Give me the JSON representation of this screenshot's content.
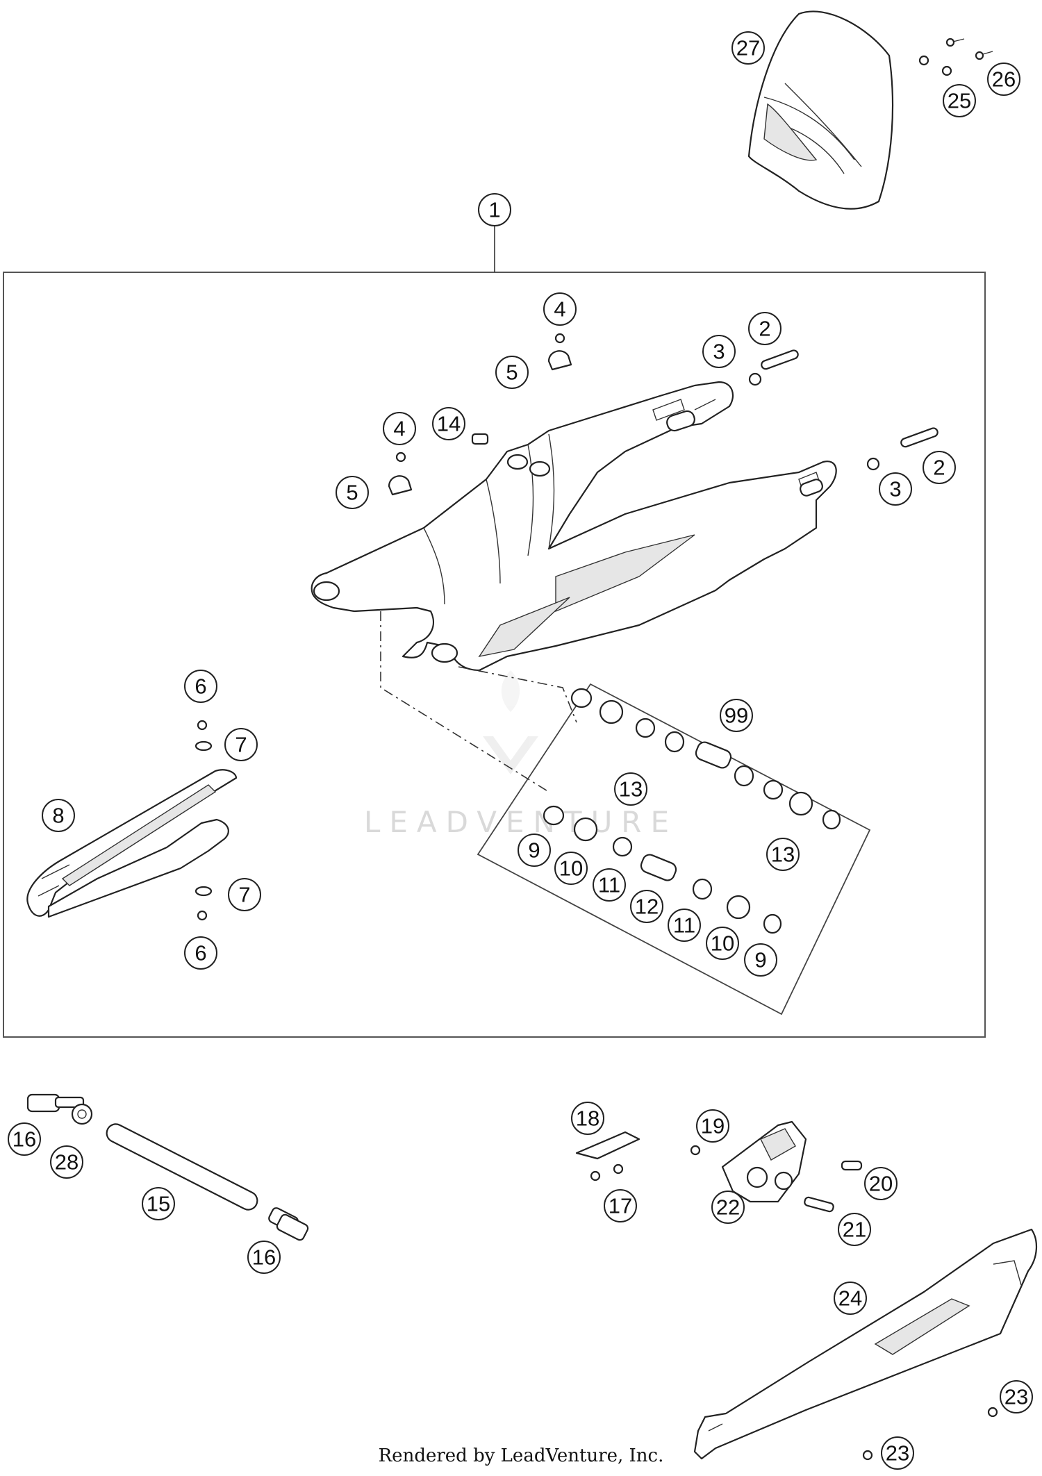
{
  "diagram": {
    "watermark_text": "LEADVENTURE",
    "footer_text": "Rendered by LeadVenture, Inc.",
    "callouts": [
      "1",
      "2",
      "2",
      "3",
      "3",
      "4",
      "4",
      "5",
      "5",
      "6",
      "6",
      "7",
      "7",
      "8",
      "9",
      "9",
      "10",
      "10",
      "11",
      "11",
      "12",
      "13",
      "13",
      "14",
      "15",
      "16",
      "16",
      "17",
      "18",
      "19",
      "20",
      "21",
      "22",
      "23",
      "23",
      "24",
      "25",
      "26",
      "27",
      "28",
      "99"
    ]
  }
}
